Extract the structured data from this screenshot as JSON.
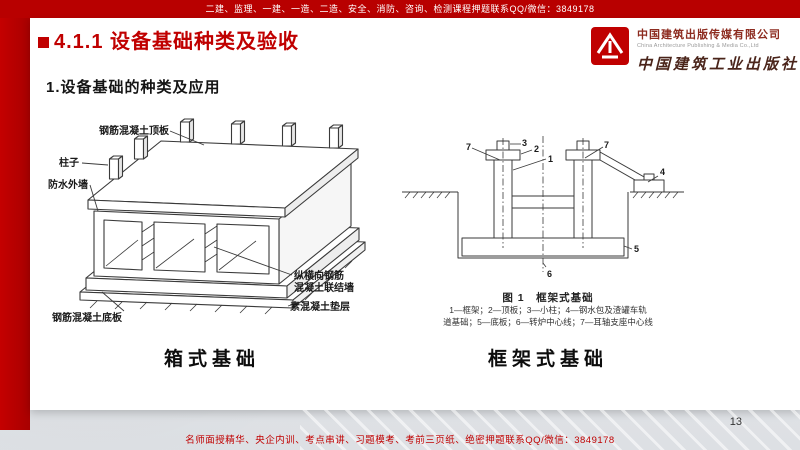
{
  "top_banner": {
    "text": "二建、监理、一建、一造、二造、安全、消防、咨询、检测课程押题联系QQ/微信：3849178"
  },
  "header": {
    "title": "4.1.1  设备基础种类及验收",
    "subtitle": "1.设备基础的种类及应用"
  },
  "logo": {
    "company_cn": "中国建筑出版传媒有限公司",
    "company_en": "China Architecture Publishing & Media Co.,Ltd",
    "publisher": "中国建筑工业出版社"
  },
  "colors": {
    "accent_red": "#c00000",
    "banner_red": "#b80000"
  },
  "diagrams": {
    "box": {
      "labels": {
        "top_slab": "钢筋混凝土顶板",
        "column": "柱子",
        "outer_wall": "防水外墙",
        "link_wall_line1": "纵横向钢筋",
        "link_wall_line2": "混凝土联结墙",
        "cushion": "素混凝土垫层",
        "bottom_slab": "钢筋混凝土底板"
      },
      "caption": "箱式基础"
    },
    "frame": {
      "figure_title": "图 1　框架式基础",
      "legend_line1": "1—框架；2—顶板；3—小柱；4—钢水包及渣罐车轨",
      "legend_line2": "道基础；5—底板；6—转炉中心线；7—耳轴支座中心线",
      "callouts": {
        "c1": "1",
        "c2": "2",
        "c3": "3",
        "c4": "4",
        "c5": "5",
        "c6": "6",
        "c7_left": "7",
        "c7_right": "7"
      },
      "caption": "框架式基础"
    }
  },
  "footer": {
    "text": "名师面授精华、央企内训、考点串讲、习题模考、考前三页纸、绝密押题联系QQ/微信：3849178",
    "page_number": "13"
  }
}
